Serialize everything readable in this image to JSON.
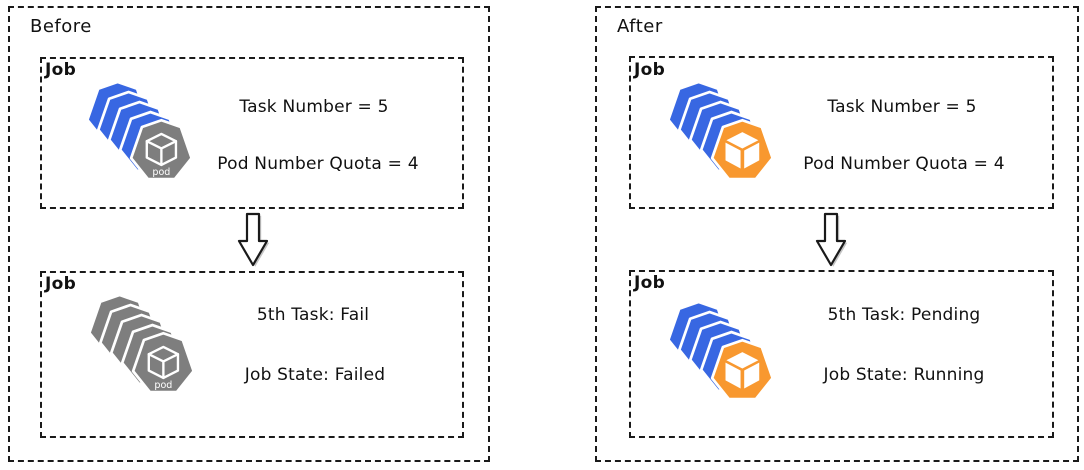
{
  "diagram": {
    "type": "before-after-comparison",
    "subject": "Job pod scheduling states"
  },
  "colors": {
    "pod_blue": "#3867E2",
    "pod_gray": "#7E7E7E",
    "pod_orange": "#F8982F",
    "border_black": "#1A1A1A",
    "background": "#FFFFFF"
  },
  "panels": [
    {
      "title": "Before",
      "arrow": "down-arrow-icon",
      "boxes": [
        {
          "label": "Job",
          "icon": "pod-stack-blue-with-gray-front",
          "pod_label": "pod",
          "lines": [
            "Task Number = 5",
            "Pod Number Quota = 4"
          ]
        },
        {
          "label": "Job",
          "icon": "pod-stack-gray-with-gray-front",
          "pod_label": "pod",
          "lines": [
            "5th Task: Fail",
            "Job State: Failed"
          ]
        }
      ]
    },
    {
      "title": "After",
      "arrow": "down-arrow-icon",
      "boxes": [
        {
          "label": "Job",
          "icon": "pod-stack-blue-with-orange-front",
          "lines": [
            "Task Number = 5",
            "Pod Number Quota = 4"
          ]
        },
        {
          "label": "Job",
          "icon": "pod-stack-blue-with-orange-front",
          "lines": [
            "5th Task: Pending",
            "Job State: Running"
          ]
        }
      ]
    }
  ]
}
